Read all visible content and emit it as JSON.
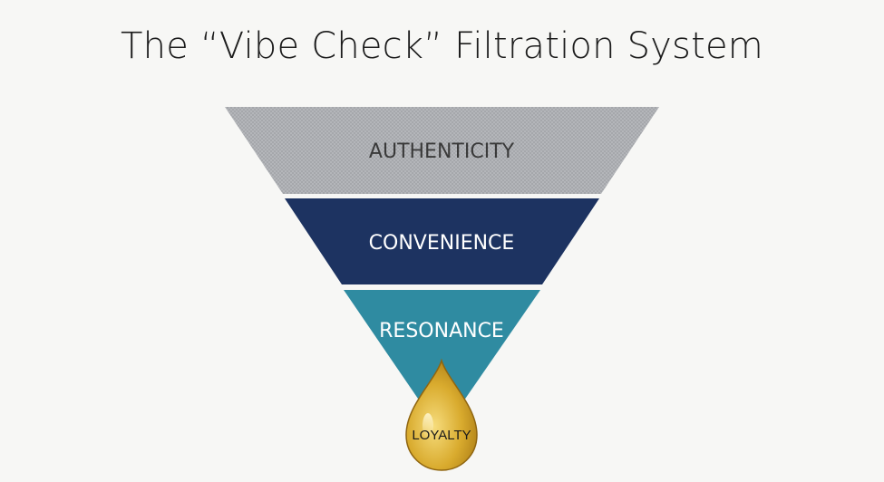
{
  "slide": {
    "title": "The “Vibe Check” Filtration System"
  },
  "funnel": {
    "layers": [
      {
        "label": "AUTHENTICITY",
        "color": "#a9abb0",
        "text_color": "#3a3a3a"
      },
      {
        "label": "CONVENIENCE",
        "color": "#1d3361",
        "text_color": "#ffffff"
      },
      {
        "label": "RESONANCE",
        "color": "#2f8ba1",
        "text_color": "#ffffff"
      }
    ],
    "output": {
      "label": "LOYALTY",
      "color": "#d4a72c"
    }
  }
}
